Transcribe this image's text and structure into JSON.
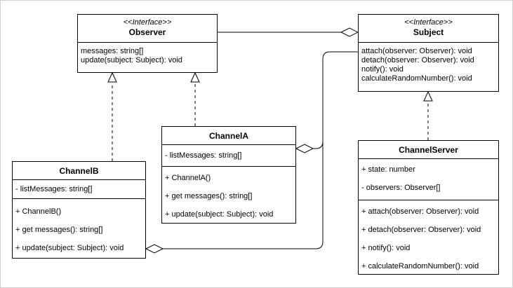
{
  "classes": {
    "observer": {
      "stereotype": "<<Interface>>",
      "name": "Observer",
      "attributes": [
        "messages: string[]"
      ],
      "operations": [
        "update(subject: Subject): void"
      ]
    },
    "subject": {
      "stereotype": "<<Interface>>",
      "name": "Subject",
      "operations": [
        "attach(observer: Observer): void",
        "detach(observer: Observer): void",
        "notify(): void",
        "calculateRandomNumber(): void"
      ]
    },
    "channel_a": {
      "name": "ChannelA",
      "attributes": [
        "- listMessages: string[]"
      ],
      "operations": [
        "+ ChannelA()",
        "+ get messages(): string[]",
        "+ update(subject: Subject): void"
      ]
    },
    "channel_b": {
      "name": "ChannelB",
      "attributes": [
        "- listMessages: string[]"
      ],
      "operations": [
        "+ ChannelB()",
        "+ get messages(): string[]",
        "+ update(subject: Subject): void"
      ]
    },
    "channel_server": {
      "name": "ChannelServer",
      "attributes": [
        "+ state: number",
        "- observers: Observer[]"
      ],
      "operations": [
        "+ attach(observer: Observer): void",
        "+ detach(observer: Observer): void",
        "+ notify(): void",
        "+ calculateRandomNumber(): void"
      ]
    }
  },
  "colors": {
    "line": "#000000",
    "background": "#ffffff"
  }
}
